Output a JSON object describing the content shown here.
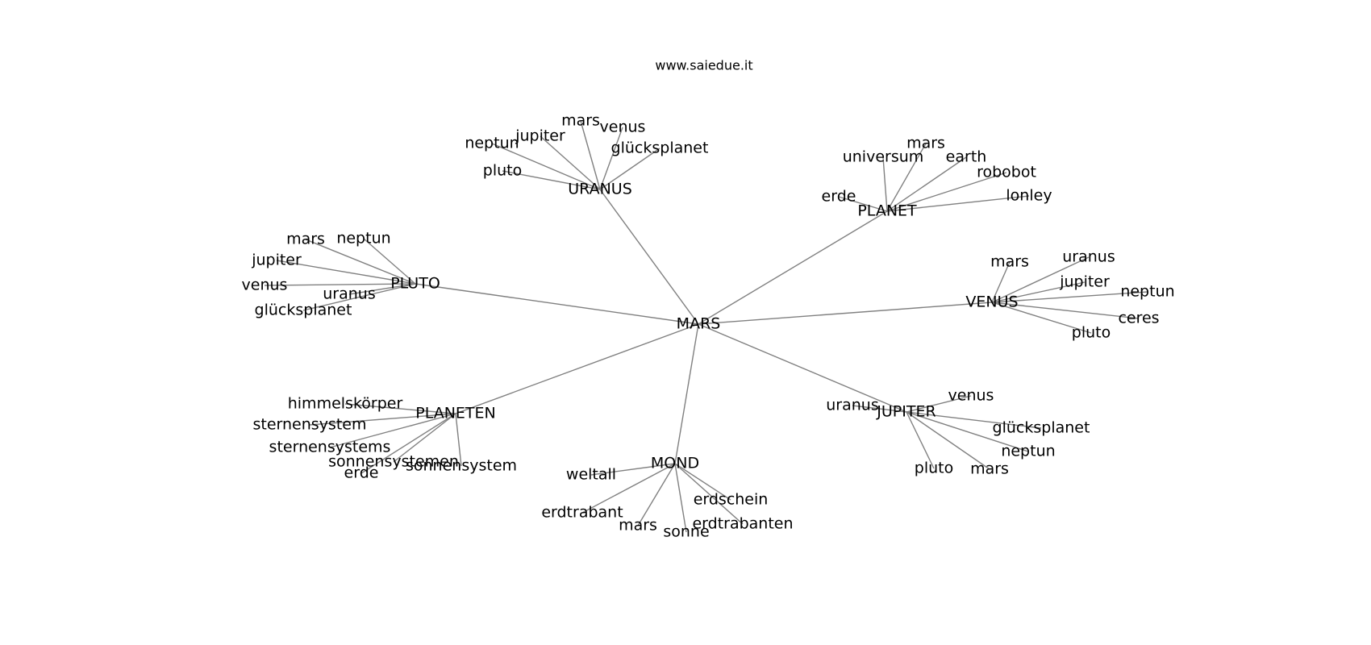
{
  "title": "www.saiedue.it",
  "colors": {
    "edge": "#808080",
    "text": "#000000",
    "background": "#ffffff"
  },
  "root": "MARS",
  "clusters": [
    {
      "hub": "URANUS",
      "leaves": [
        "pluto",
        "neptun",
        "jupiter",
        "mars",
        "venus",
        "glücksplanet"
      ]
    },
    {
      "hub": "PLANET",
      "leaves": [
        "erde",
        "universum",
        "mars",
        "earth",
        "robobot",
        "lonley"
      ]
    },
    {
      "hub": "PLUTO",
      "leaves": [
        "mars",
        "neptun",
        "jupiter",
        "venus",
        "uranus",
        "glücksplanet"
      ]
    },
    {
      "hub": "VENUS",
      "leaves": [
        "mars",
        "uranus",
        "jupiter",
        "neptun",
        "ceres",
        "pluto"
      ]
    },
    {
      "hub": "PLANETEN",
      "leaves": [
        "himmelskörper",
        "sternensystem",
        "sternensystems",
        "sonnensystemen",
        "erde",
        "sonnensystem"
      ]
    },
    {
      "hub": "MOND",
      "leaves": [
        "weltall",
        "erdtrabant",
        "mars",
        "sonne",
        "erdschein",
        "erdtrabanten"
      ]
    },
    {
      "hub": "JUPITER",
      "leaves": [
        "uranus",
        "venus",
        "glücksplanet",
        "neptun",
        "mars",
        "pluto"
      ]
    }
  ]
}
